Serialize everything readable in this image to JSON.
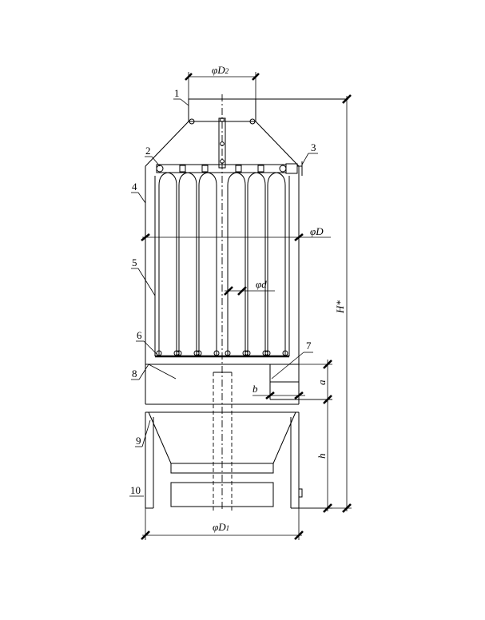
{
  "labels": {
    "d2": "φD",
    "d2_sub": "2",
    "d": "φD",
    "dd": "φd",
    "d1": "φD",
    "d1_sub": "1",
    "a": "a",
    "b": "b",
    "h": "h",
    "H": "H*"
  },
  "parts": [
    "1",
    "2",
    "3",
    "4",
    "5",
    "6",
    "7",
    "8",
    "9",
    "10"
  ]
}
